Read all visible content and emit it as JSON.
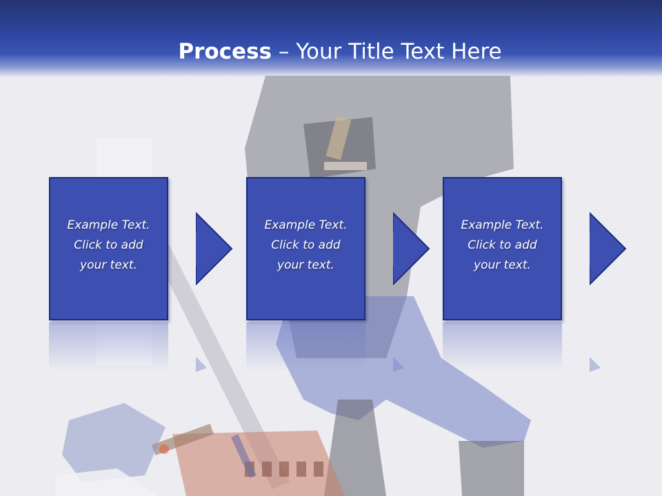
{
  "slide": {
    "title_bold": "Process",
    "title_rest": " – Your Title Text Here"
  },
  "steps": [
    {
      "line1": "Example Text.",
      "line2": "Click  to add",
      "line3": "your text."
    },
    {
      "line1": "Example Text.",
      "line2": "Click  to add",
      "line3": "your text."
    },
    {
      "line1": "Example Text.",
      "line2": "Click  to add",
      "line3": "your text."
    }
  ],
  "colors": {
    "title_band": "#2e46a0",
    "box_fill": "#3d4fb0",
    "box_border": "#1c2b7d",
    "arrow_fill": "#3d4fb0"
  },
  "icons": [
    "arrow-right-icon"
  ]
}
